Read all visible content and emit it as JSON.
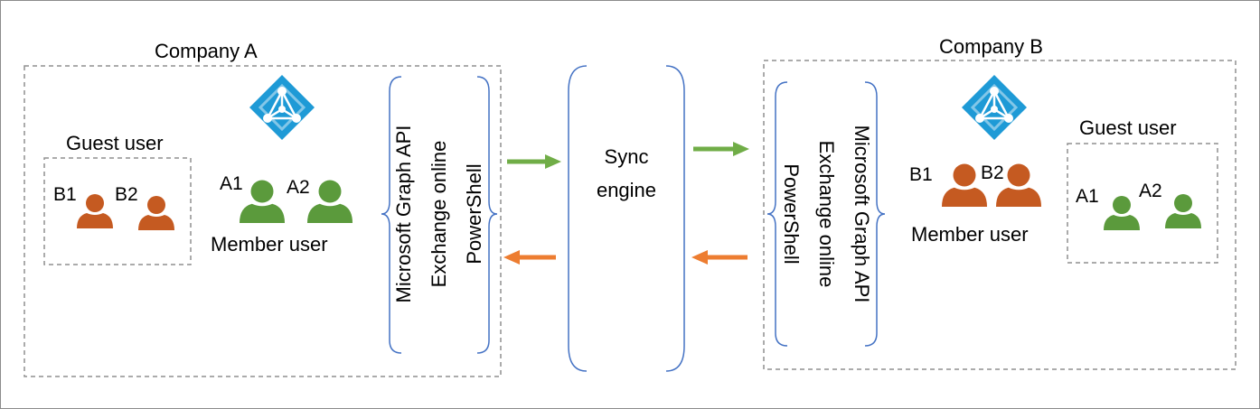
{
  "company_a": {
    "title": "Company A",
    "guest_label": "Guest user",
    "guest_users": [
      "B1",
      "B2"
    ],
    "member_label": "Member user",
    "member_users": [
      "A1",
      "A2"
    ],
    "apis": [
      "Microsoft Graph API",
      "Exchange online",
      "PowerShell"
    ]
  },
  "company_b": {
    "title": "Company B",
    "guest_label": "Guest user",
    "guest_users": [
      "A1",
      "A2"
    ],
    "member_label": "Member user",
    "member_users": [
      "B1",
      "B2"
    ],
    "apis": [
      "Microsoft Graph API",
      "Exchange online",
      "PowerShell"
    ]
  },
  "sync": {
    "line1": "Sync",
    "line2": "engine"
  },
  "colors": {
    "member_a": "#5b9a3c",
    "member_b": "#c55a21",
    "arrow_green": "#70ad47",
    "arrow_orange": "#ed7d31",
    "brace": "#4472c4",
    "azure": "#1e9ad6",
    "dashed": "#8f8f8f"
  },
  "icons": {
    "directory": "azure-ad-icon",
    "user": "person-icon"
  }
}
